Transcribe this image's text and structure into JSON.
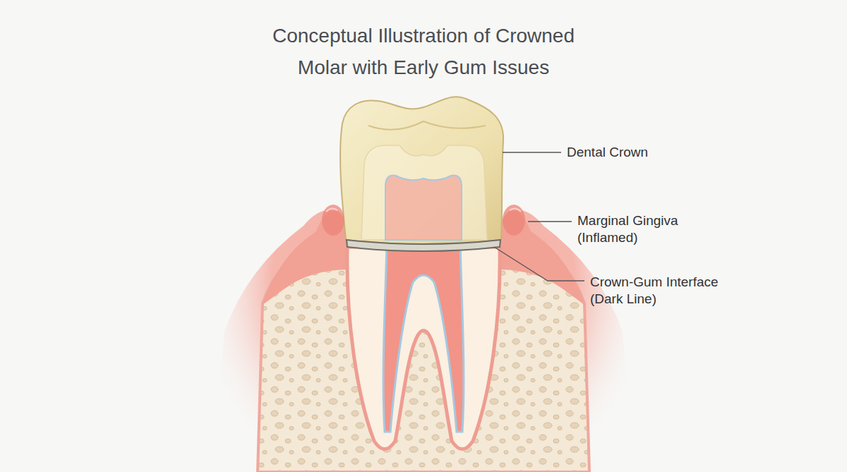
{
  "diagram": {
    "title": "Conceptual Illustration of Crowned Molar with Early Gum Issues",
    "labels": [
      "Dental Crown",
      "Marginal Gingiva (Inflamed)",
      "Crown-Gum Interface (Dark Line)"
    ]
  }
}
